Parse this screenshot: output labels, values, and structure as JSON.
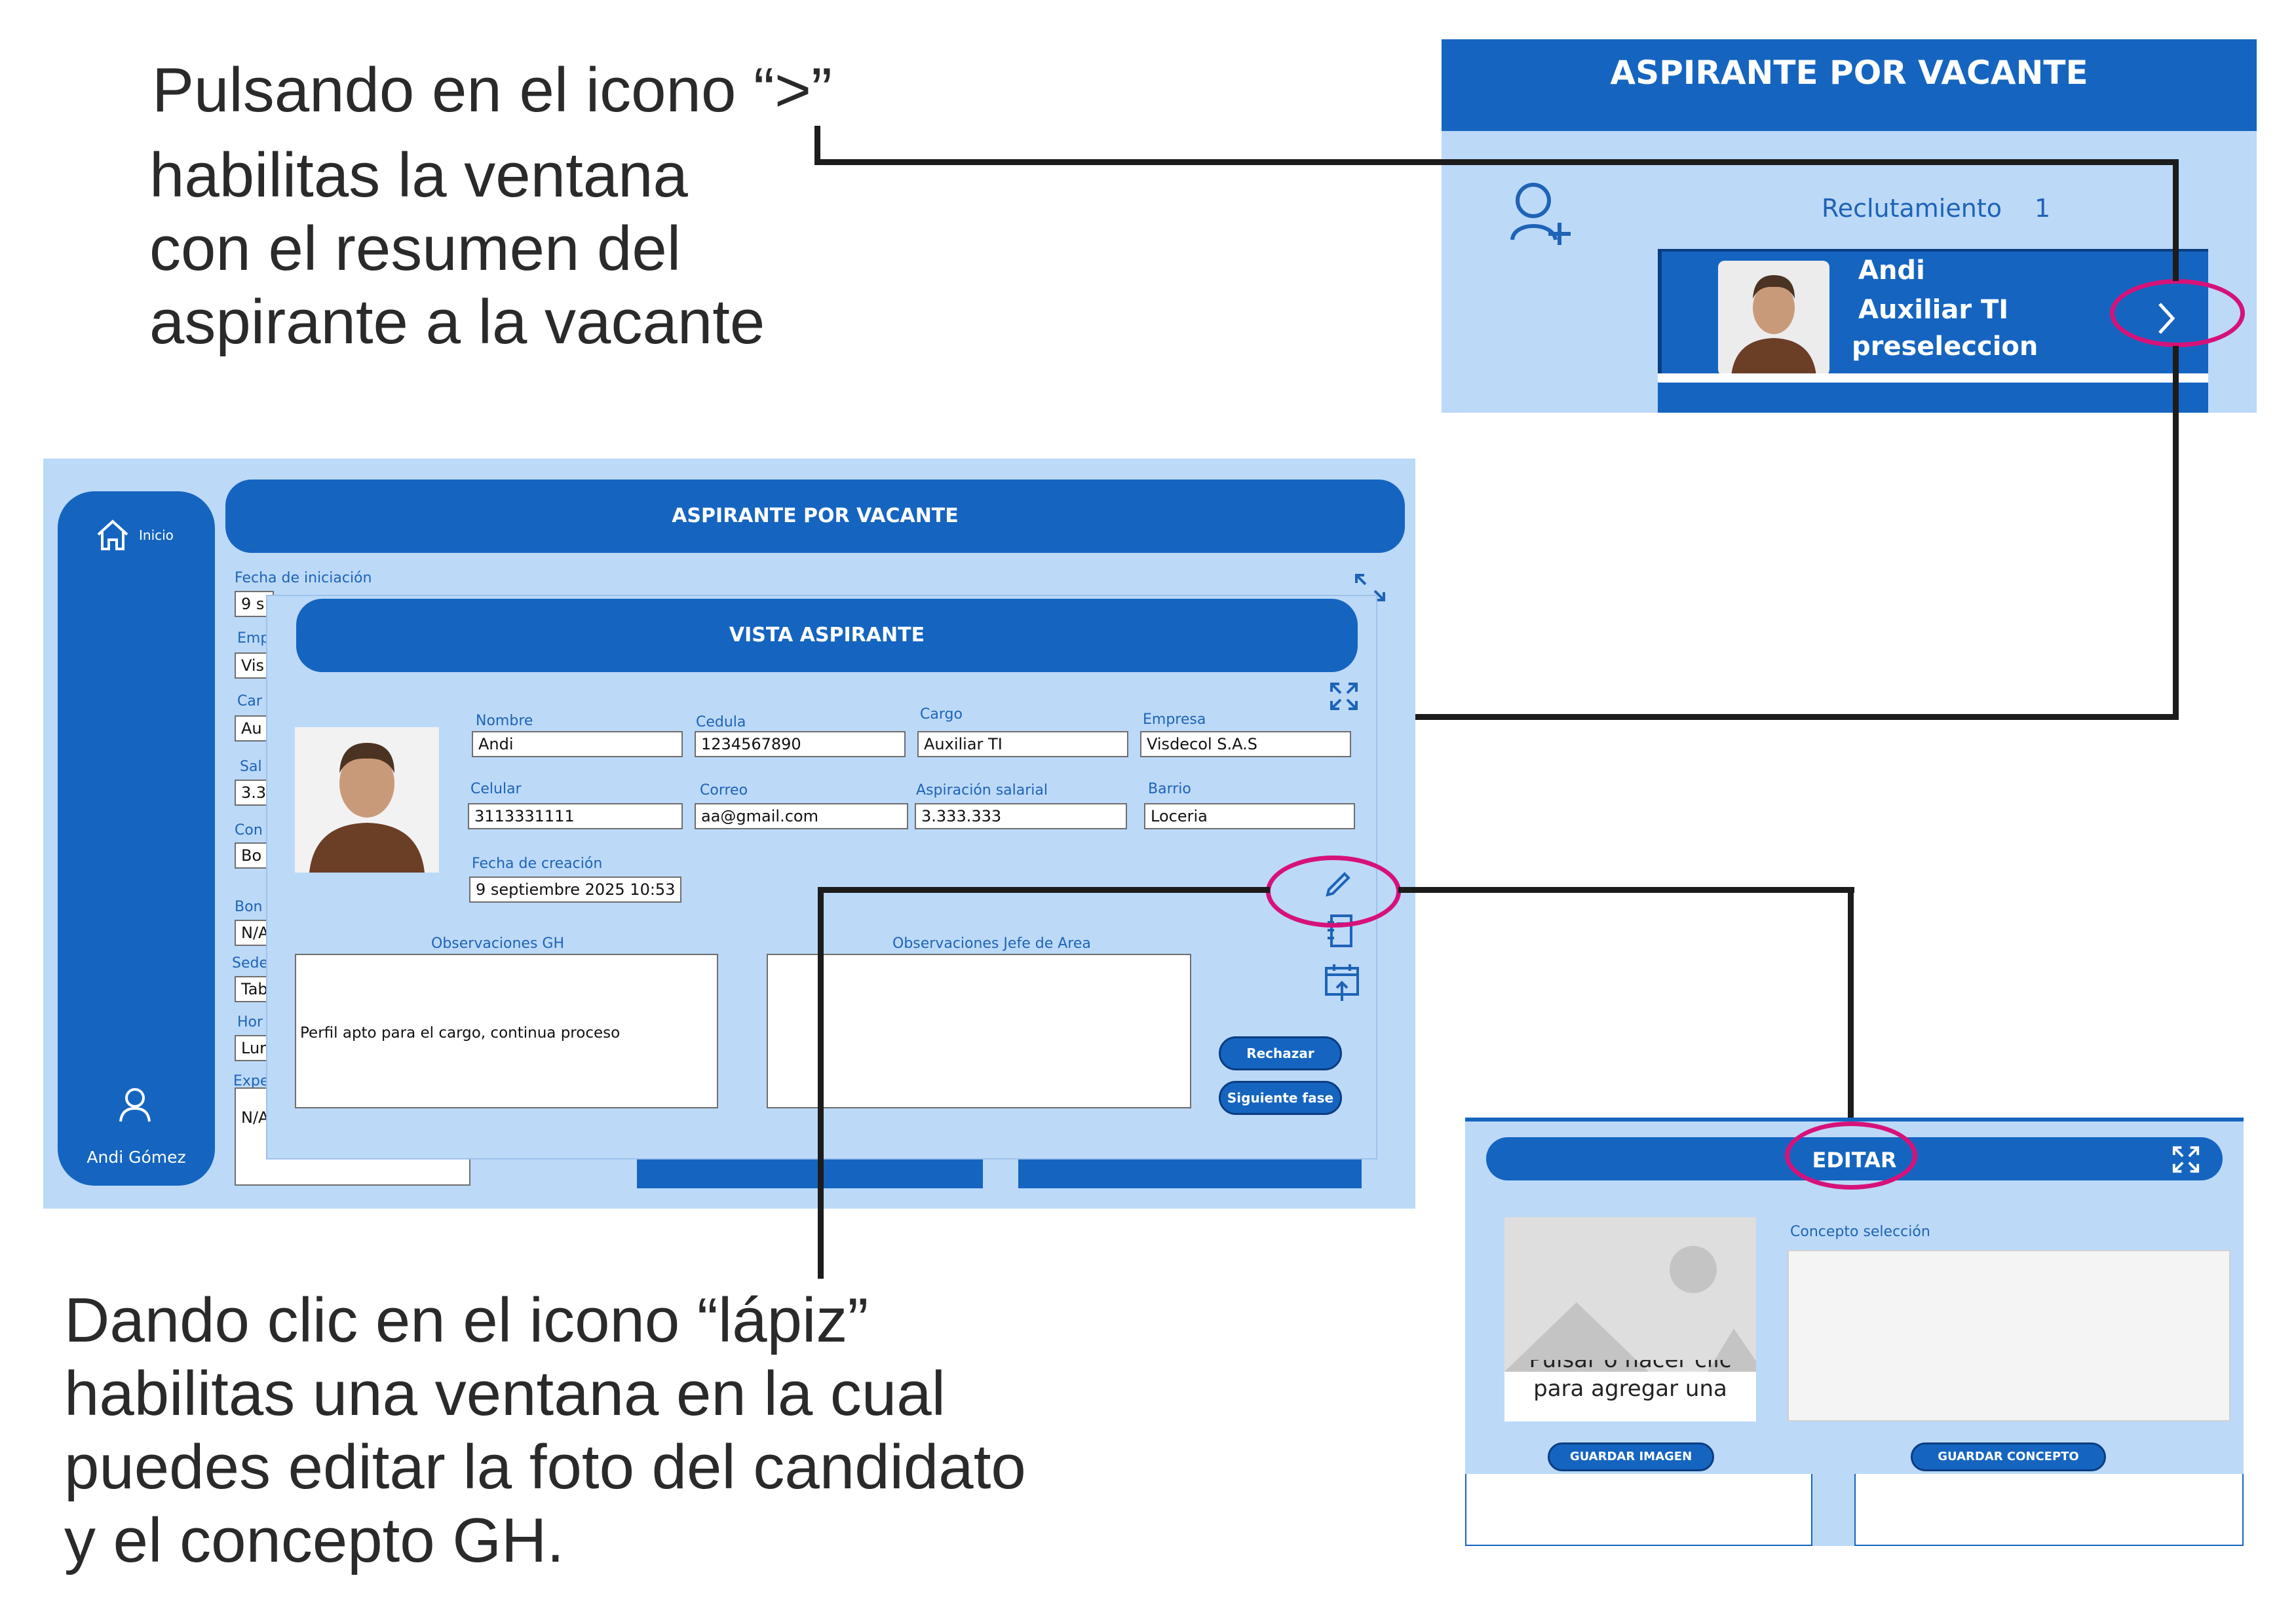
{
  "notes": {
    "chevron_line1": "Pulsando en el icono “>”",
    "chevron_line2": "habilitas la ventana",
    "chevron_line3": "con el resumen del",
    "chevron_line4": "aspirante a la vacante",
    "pencil_line1": "Dando clic en el icono “lápiz”",
    "pencil_line2": "habilitas una ventana en la cual",
    "pencil_line3": "puedes editar la foto del candidato",
    "pencil_line4": "y el concepto GH."
  },
  "topright": {
    "title": "ASPIRANTE POR VACANTE",
    "stage": "Reclutamiento",
    "count": "1",
    "card_name": "Andi",
    "card_role": "Auxiliar TI",
    "card_status": "preseleccion"
  },
  "main": {
    "title": "ASPIRANTE POR VACANTE",
    "home_label": "Inicio",
    "user_name": "Andi Gómez",
    "start_date_label": "Fecha de iniciación",
    "bg_labels": [
      "Emp",
      "Car",
      "Sal",
      "Con",
      "Bon",
      "Sede",
      "Hor",
      "Expe"
    ],
    "bg_values": [
      "9 s",
      "Vis",
      "Au",
      "3.3",
      "Bo",
      "N/A",
      "Tab",
      "Lur",
      "N/A"
    ]
  },
  "modal": {
    "title": "VISTA ASPIRANTE",
    "fields": {
      "nombre_label": "Nombre",
      "nombre": "Andi",
      "cedula_label": "Cedula",
      "cedula": "1234567890",
      "cargo_label": "Cargo",
      "cargo": "Auxiliar TI",
      "empresa_label": "Empresa",
      "empresa": "Visdecol S.A.S",
      "celular_label": "Celular",
      "celular": "3113331111",
      "correo_label": "Correo",
      "correo": "aa@gmail.com",
      "aspiracion_label": "Aspiración salarial",
      "aspiracion": "3.333.333",
      "barrio_label": "Barrio",
      "barrio": "Loceria",
      "fecha_label": "Fecha de creación",
      "fecha": "9 septiembre 2025 10:53"
    },
    "obs_gh_label": "Observaciones GH",
    "obs_gh": "Perfil apto para el cargo, continua proceso",
    "obs_jefe_label": "Observaciones Jefe de Area",
    "obs_jefe": "",
    "reject_button": "Rechazar",
    "next_button": "Siguiente fase"
  },
  "edit": {
    "title": "EDITAR",
    "concept_label": "Concepto selección",
    "image_placeholder_cut": "Pulsar o hacer clic",
    "image_placeholder": "para agregar una",
    "save_image_button": "GUARDAR IMAGEN",
    "save_concept_button": "GUARDAR CONCEPTO"
  }
}
